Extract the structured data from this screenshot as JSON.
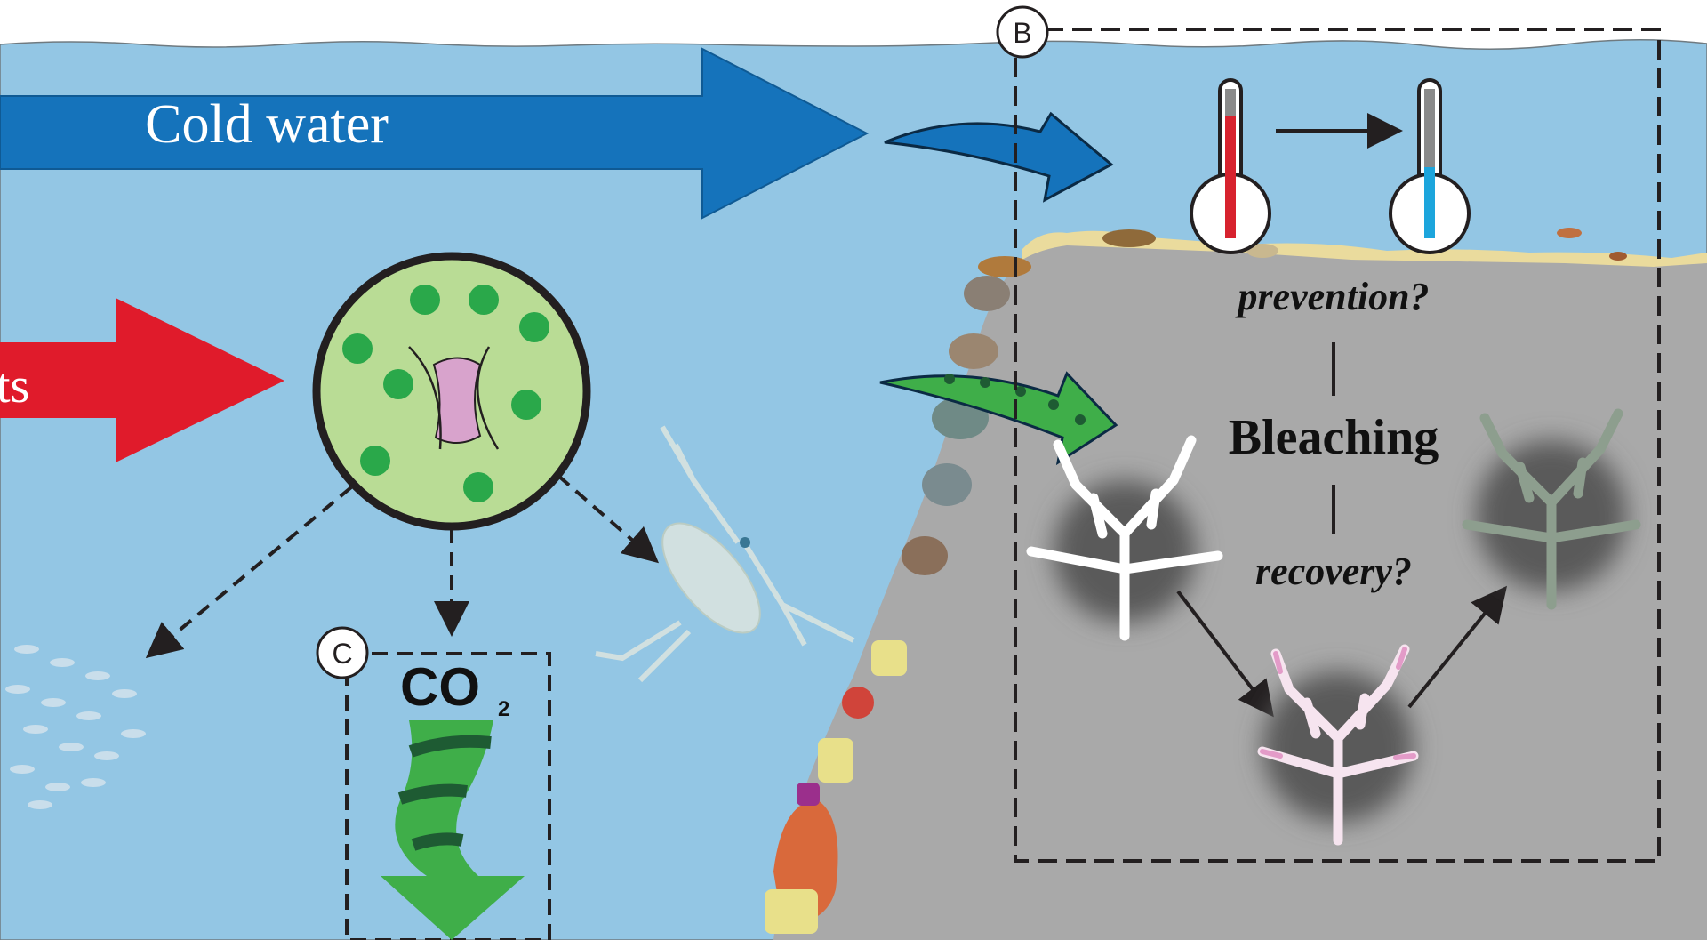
{
  "labels": {
    "cold_water": "Cold water",
    "nutrients_partial": "ts",
    "panel_b": "B",
    "panel_c": "C",
    "co2_main": "CO",
    "co2_sub": "2",
    "prevention": "prevention?",
    "bleaching": "Bleaching",
    "recovery": "recovery?"
  },
  "colors": {
    "ocean": "#93c6e4",
    "sky": "#ffffff",
    "seafloor": "#a9a9a9",
    "cold_arrow": "#1573bb",
    "nutrient_arrow": "#e01b2b",
    "phytoplankton_fill": "#b9dc95",
    "phytoplankton_dots": "#2aa84a",
    "co2_arrow": "#3fae49",
    "thermo_hot": "#d7222e",
    "thermo_cold": "#1ca5dc"
  },
  "icons": [
    "phytoplankton-cell-icon",
    "zooplankton-icon",
    "fish-school-icon",
    "thermometer-hot-icon",
    "thermometer-cold-icon",
    "coral-healthy-icon",
    "coral-bleached-icon",
    "coral-recovering-icon",
    "co2-flux-arrow-icon"
  ]
}
